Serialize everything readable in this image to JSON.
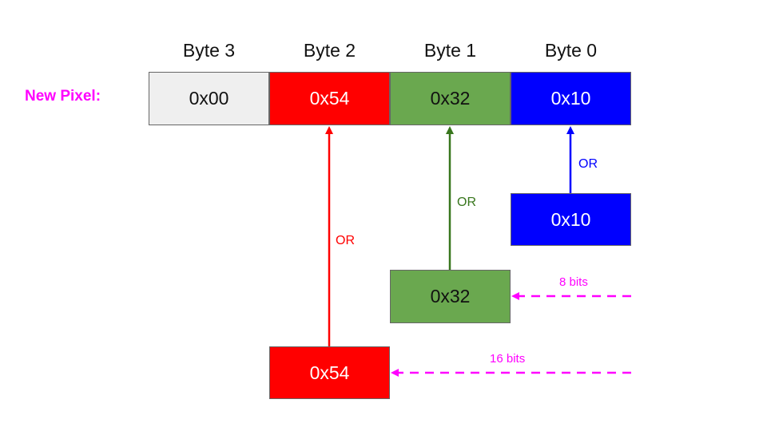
{
  "headers": {
    "byte3": "Byte 3",
    "byte2": "Byte 2",
    "byte1": "Byte 1",
    "byte0": "Byte 0"
  },
  "row_label": "New Pixel:",
  "new_pixel": {
    "byte3": "0x00",
    "byte2": "0x54",
    "byte1": "0x32",
    "byte0": "0x10"
  },
  "sources": {
    "blue": "0x10",
    "green": "0x32",
    "red": "0x54"
  },
  "operations": {
    "blue": "OR",
    "green": "OR",
    "red": "OR"
  },
  "shifts": {
    "green": "8 bits",
    "red": "16 bits"
  },
  "colors": {
    "gray": "#efefef",
    "red": "#ff0000",
    "green": "#6aa84f",
    "blue": "#0000ff",
    "dark_green": "#38761d",
    "magenta": "#ff00ff"
  }
}
